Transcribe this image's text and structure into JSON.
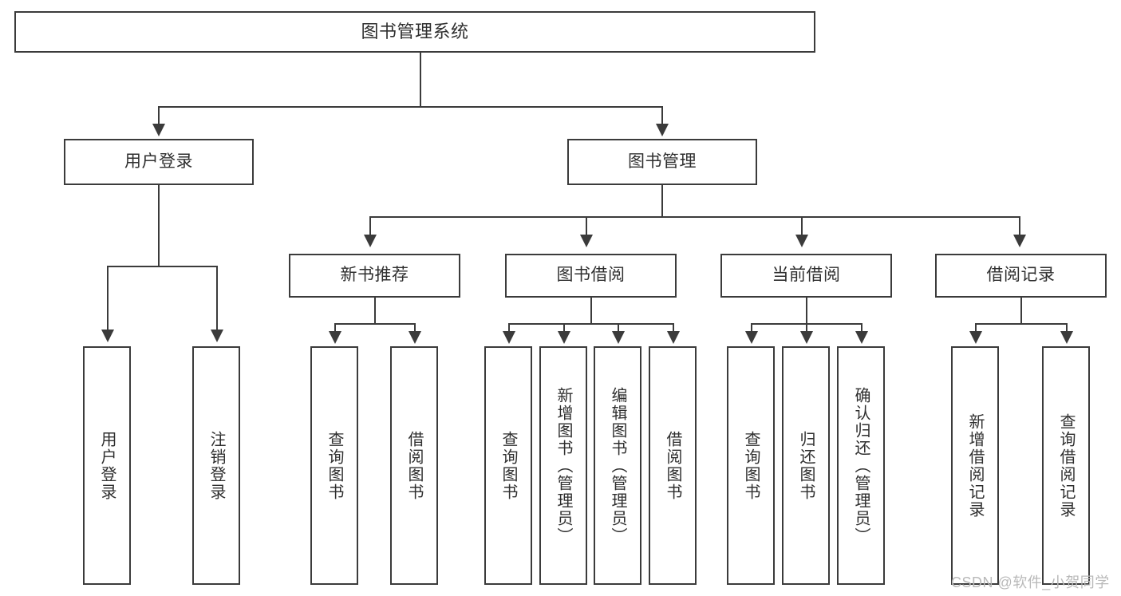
{
  "diagram": {
    "type": "tree-hierarchy",
    "title": "图书管理系统",
    "root": {
      "label": "图书管理系统"
    },
    "level2": [
      {
        "label": "用户登录"
      },
      {
        "label": "图书管理"
      }
    ],
    "level3": [
      {
        "label": "新书推荐"
      },
      {
        "label": "图书借阅"
      },
      {
        "label": "当前借阅"
      },
      {
        "label": "借阅记录"
      }
    ],
    "leaves": {
      "user_login": [
        {
          "label": "用户登录"
        },
        {
          "label": "注销登录"
        }
      ],
      "new_book_recommend": [
        {
          "label": "查询图书"
        },
        {
          "label": "借阅图书"
        }
      ],
      "book_borrow": [
        {
          "label": "查询图书"
        },
        {
          "label": "新增图书（管理员）"
        },
        {
          "label": "编辑图书（管理员）"
        },
        {
          "label": "借阅图书"
        }
      ],
      "current_borrow": [
        {
          "label": "查询图书"
        },
        {
          "label": "归还图书"
        },
        {
          "label": "确认归还（管理员）"
        }
      ],
      "borrow_record": [
        {
          "label": "新增借阅记录"
        },
        {
          "label": "查询借阅记录"
        }
      ]
    }
  },
  "watermark": {
    "text": "CSDN @软件_小贺同学"
  },
  "colors": {
    "border": "#3b3b3b",
    "text": "#2f2f2f",
    "background": "#ffffff",
    "watermark": "#b9b9b9"
  }
}
